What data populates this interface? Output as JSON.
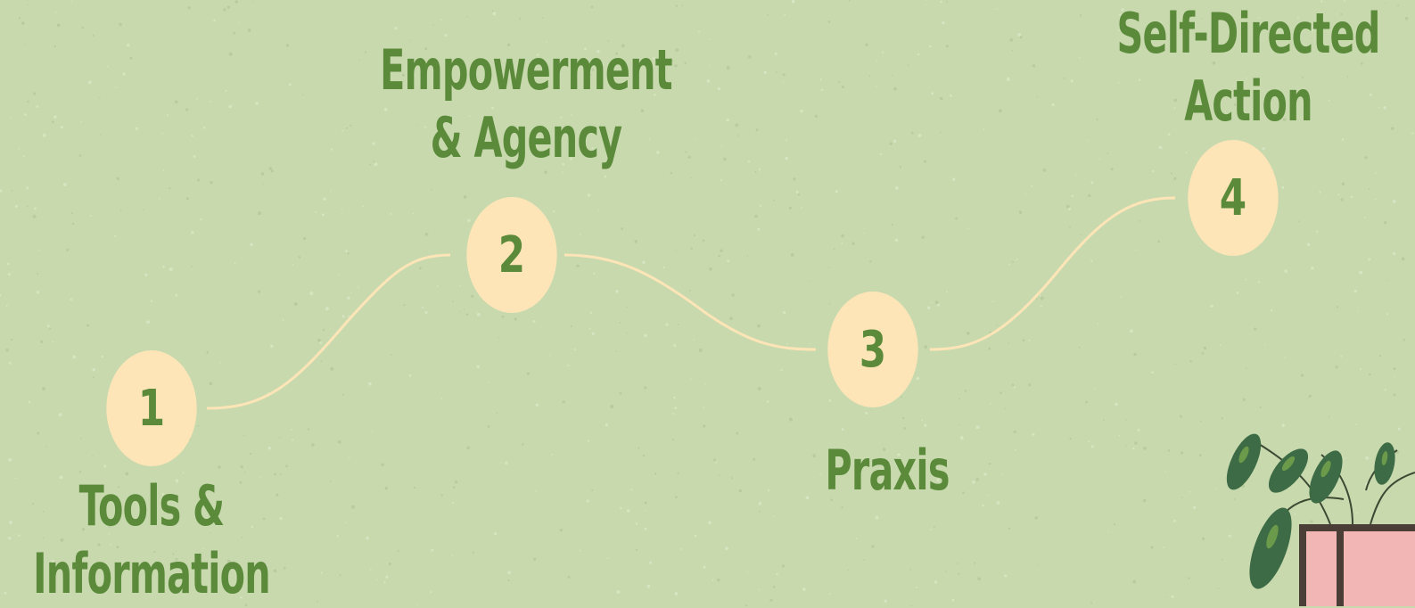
{
  "colors": {
    "background": "#c8d9ae",
    "node_fill": "#fee5b7",
    "text": "#5a8a3a",
    "path": "#fee5b7"
  },
  "steps": [
    {
      "number": "1",
      "label": "Tools &\nInformation"
    },
    {
      "number": "2",
      "label": "Empowerment\n& Agency"
    },
    {
      "number": "3",
      "label": "Praxis"
    },
    {
      "number": "4",
      "label": "Self-Directed\nAction"
    }
  ],
  "decorations": {
    "plant": "potted-plant-illustration"
  }
}
